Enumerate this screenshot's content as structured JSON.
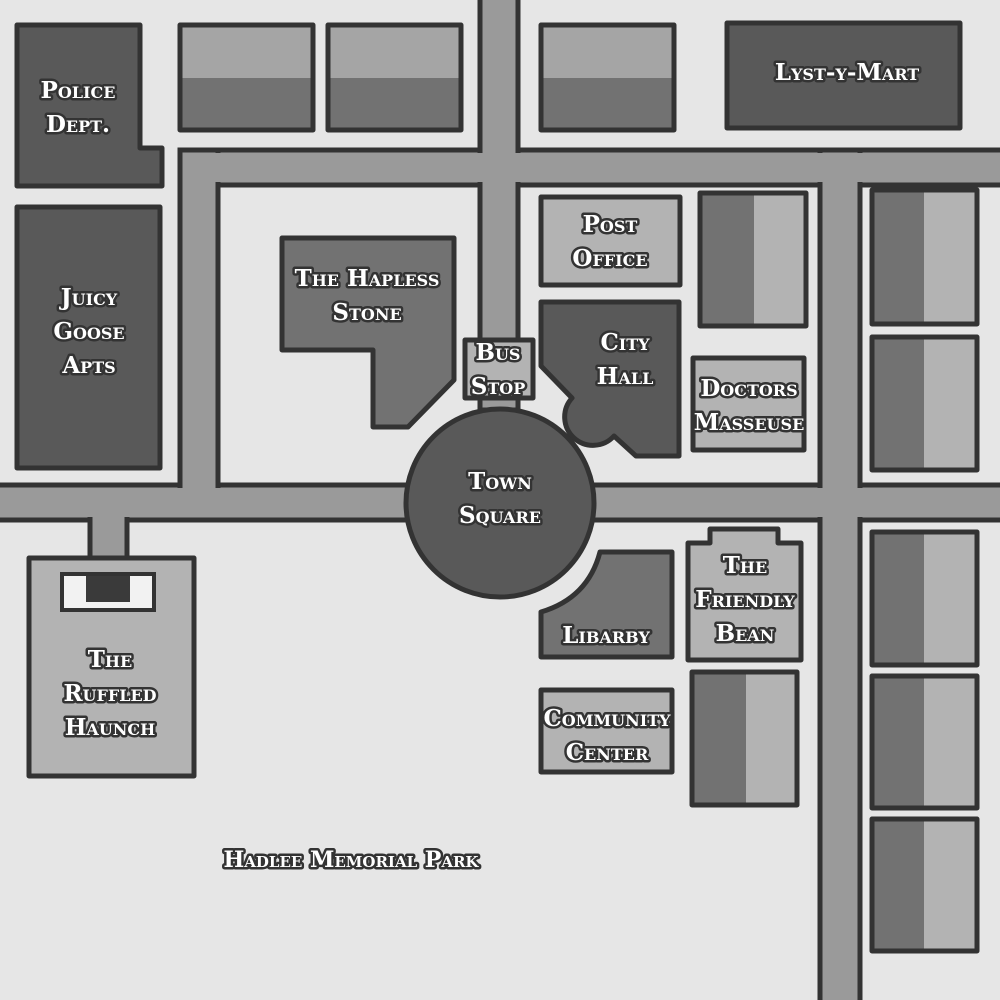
{
  "map": {
    "labels": {
      "police": [
        "Police",
        "Dept."
      ],
      "lyst": "Lyst-y-Mart",
      "juicy": [
        "Juicy",
        "Goose",
        "Apts"
      ],
      "hapless": [
        "The Hapless",
        "Stone"
      ],
      "post": [
        "Post",
        "Office"
      ],
      "bus": [
        "Bus",
        "Stop"
      ],
      "cityhall": [
        "City",
        "Hall"
      ],
      "doctors": [
        "Doctors",
        "Masseuse"
      ],
      "town": [
        "Town",
        "Square"
      ],
      "libarby": "Libarby",
      "bean": [
        "The",
        "Friendly",
        "Bean"
      ],
      "community": [
        "Community",
        "Center"
      ],
      "ruffled": [
        "The",
        "Ruffled",
        "Haunch"
      ],
      "park": "Hadlee Memorial Park"
    },
    "colors": {
      "background": "#e6e6e6",
      "road": "#9a9a9a",
      "dark": "#595959",
      "medium": "#727272",
      "light": "#b3b3b3",
      "outline": "#333333"
    }
  }
}
